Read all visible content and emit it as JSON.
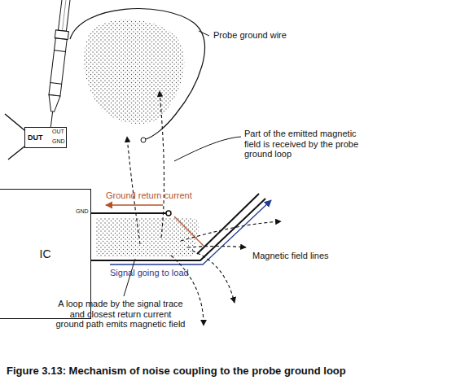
{
  "diagram": {
    "caption": "Figure 3.13: Mechanism of noise coupling to the probe ground loop",
    "nodes": [
      {
        "text": [
          "DUT"
        ]
      },
      {
        "text": [
          "IC"
        ]
      }
    ],
    "labels": [
      "Probe ground wire",
      "Part of the emitted magnetic field is received by the probe ground loop",
      "OUT",
      "GND",
      "Ground return current",
      "GND",
      "Signal going to load",
      "Magnetic field lines",
      "A loop made by the signal trace and closest return current ground path emits magnetic field"
    ]
  }
}
